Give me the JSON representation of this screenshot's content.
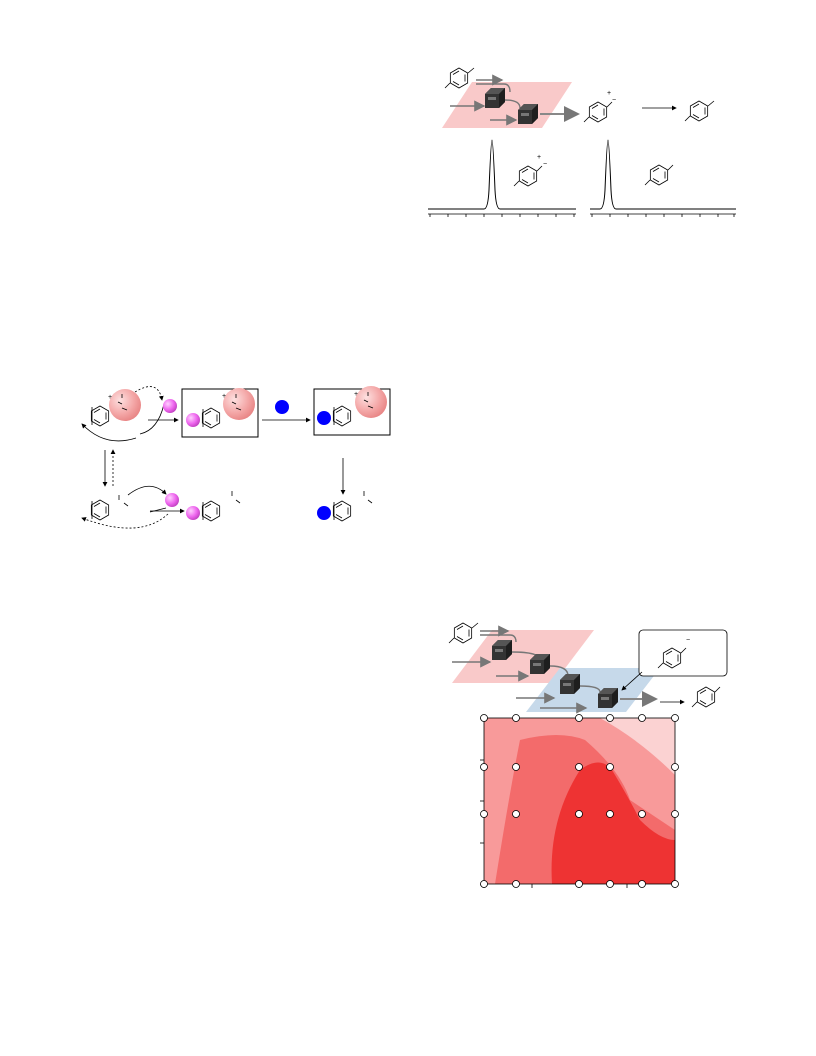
{
  "page": {
    "width": 816,
    "height": 1056,
    "printed_text": ""
  },
  "colors": {
    "pink_plane": "#f9c9c9",
    "blue_plane": "#c6d9ea",
    "reactor_dark": "#333333",
    "catalyst_sphere": "#f2a2a2",
    "reagent_magenta": "#ee66ee",
    "reagent_blue": "#0000ff",
    "contour_1": "#fbd2d2",
    "contour_2": "#f89a9a",
    "contour_3": "#f36b6b",
    "contour_4": "#ee3333",
    "grid_point_fill": "#ffffff"
  },
  "icons": {
    "benzene_ring": "hexagon-with-inner-bonds",
    "flow_reactor": "dark-cube-block",
    "catalyst": "shaded-sphere",
    "reagent": "shaded-sphere"
  },
  "panels": {
    "flow_nmr": {
      "label": "",
      "peaks": 2,
      "traces": 2
    },
    "catalytic_cycle": {
      "label": "",
      "boxed_intermediates": 2
    },
    "contour_map": {
      "label": "",
      "sample_points": 24,
      "contour_levels": 4
    }
  }
}
